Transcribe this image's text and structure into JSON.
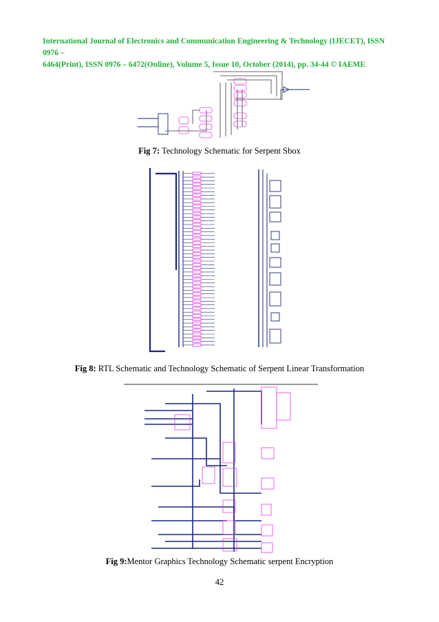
{
  "header": {
    "line1": "International Journal of Electronics and Communication Engineering & Technology (IJECET), ISSN 0976 –",
    "line2": "6464(Print), ISSN 0976 – 6472(Online), Volume 5, Issue 10, October (2014), pp. 34-44 © IAEME"
  },
  "figures": [
    {
      "label": "Fig 7:",
      "text": " Technology Schematic for Serpent Sbox"
    },
    {
      "label": "Fig 8:",
      "text": " RTL Schematic and Technology Schematic of Serpent Linear Transformation"
    },
    {
      "label": "Fig 9:",
      "text": "Mentor Graphics Technology Schematic serpent Encryption"
    }
  ],
  "page_number": "42",
  "colors": {
    "header": "#1fae3a",
    "wire": "#1a237e",
    "gate": "#e040e0"
  }
}
